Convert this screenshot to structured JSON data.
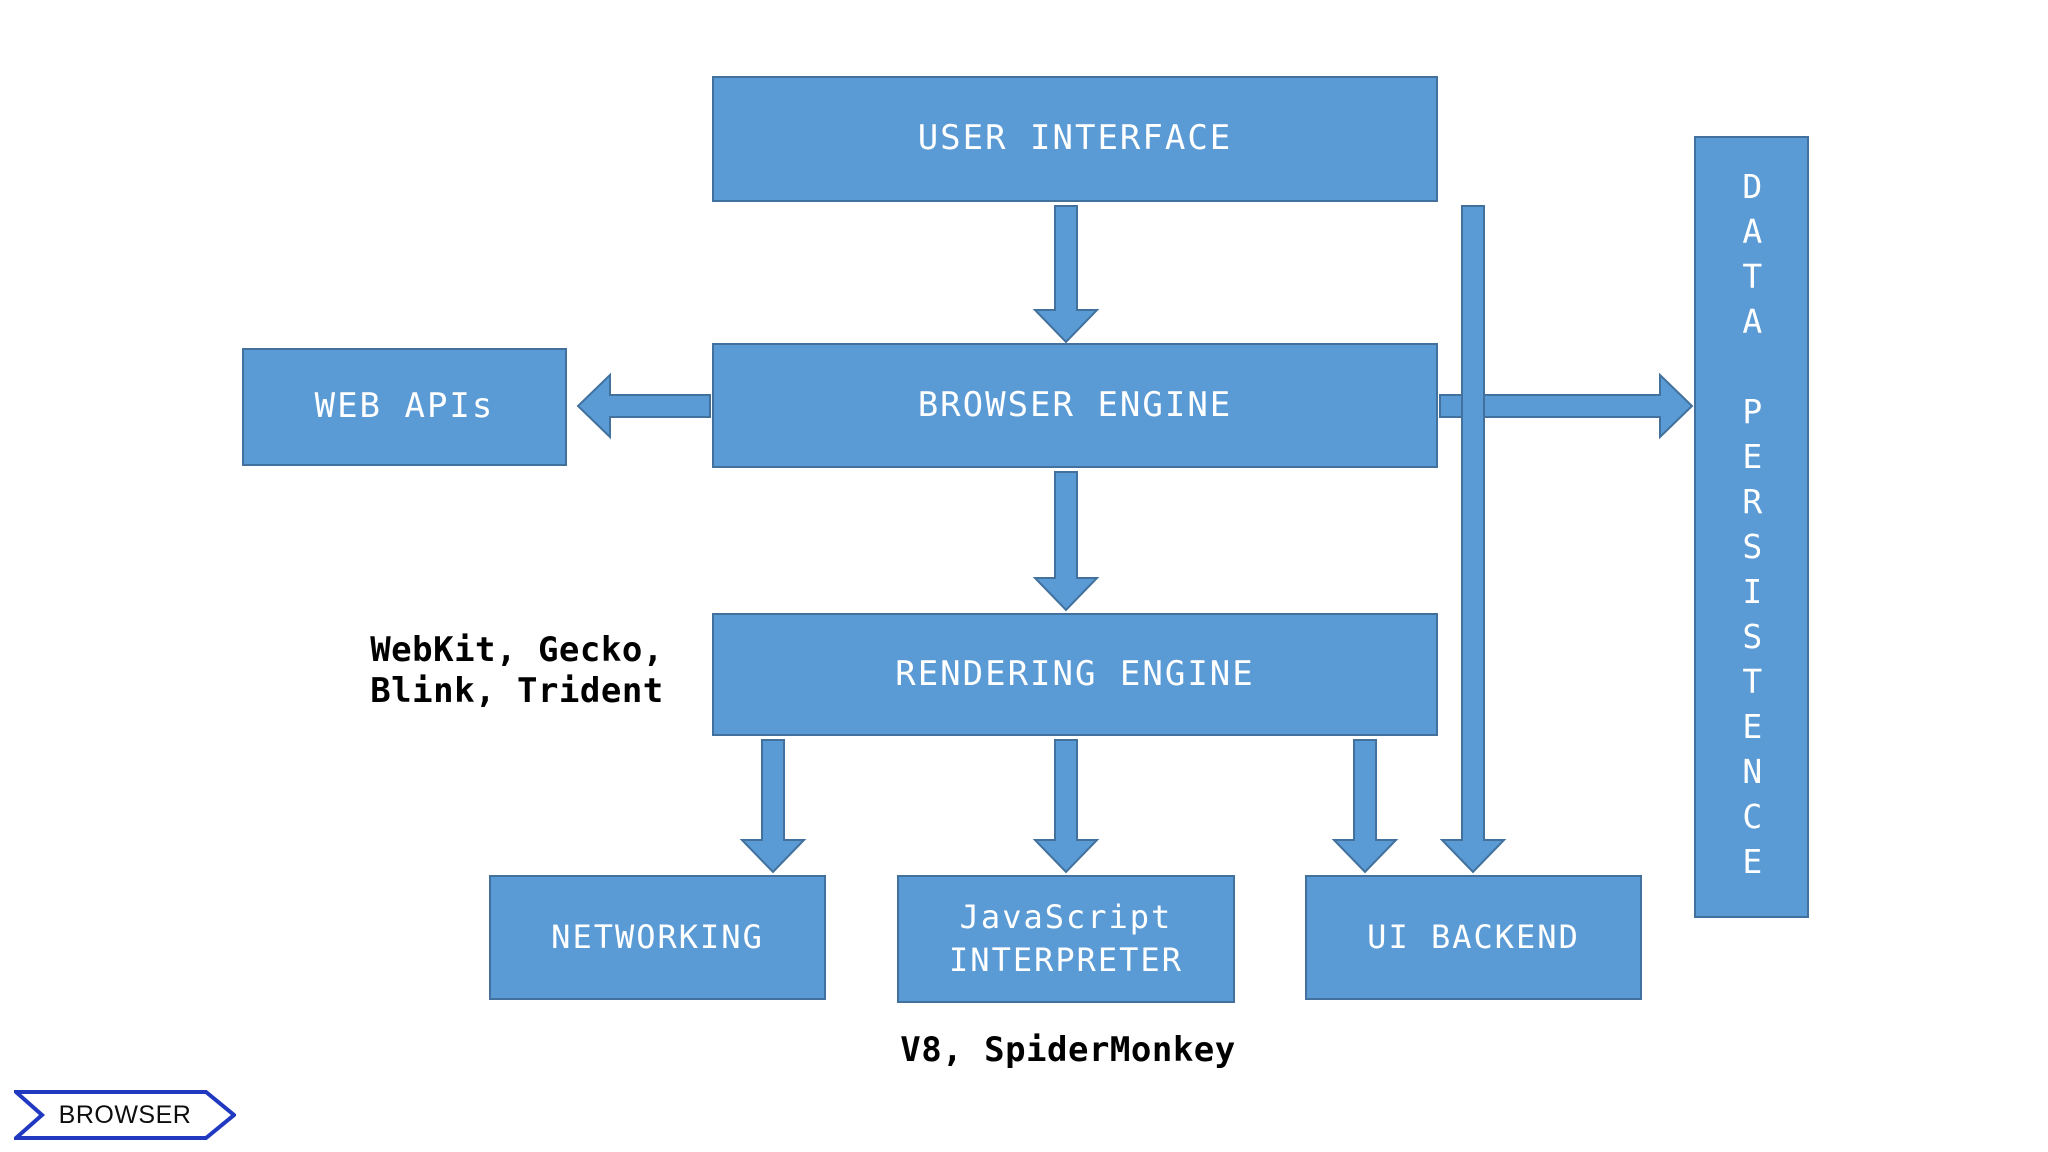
{
  "diagram": {
    "title": "Browser architecture block diagram",
    "colors": {
      "box_fill": "#5b9bd5",
      "box_border": "#41719c",
      "box_text": "#ffffff",
      "annotation_text": "#000000",
      "badge_outline": "#2039c0",
      "background": "#ffffff"
    },
    "boxes": {
      "user_interface": "USER INTERFACE",
      "browser_engine": "BROWSER ENGINE",
      "rendering_engine": "RENDERING ENGINE",
      "web_apis": "WEB APIs",
      "networking": "NETWORKING",
      "js_interpreter": "JavaScript\nINTERPRETER",
      "ui_backend": "UI BACKEND",
      "data_persistence": "DATA PERSISTENCE"
    },
    "annotations": {
      "rendering_engines": "WebKit, Gecko,\nBlink, Trident",
      "js_engines": "V8, SpiderMonkey"
    },
    "badge": {
      "label": "BROWSER"
    },
    "connections": [
      {
        "name": "user-interface-to-browser-engine",
        "from": "USER INTERFACE",
        "to": "BROWSER ENGINE",
        "direction": "down"
      },
      {
        "name": "browser-engine-to-web-apis",
        "from": "BROWSER ENGINE",
        "to": "WEB APIs",
        "direction": "left"
      },
      {
        "name": "browser-engine-to-data-persistence",
        "from": "BROWSER ENGINE",
        "to": "DATA PERSISTENCE",
        "direction": "right"
      },
      {
        "name": "browser-engine-to-rendering-engine",
        "from": "BROWSER ENGINE",
        "to": "RENDERING ENGINE",
        "direction": "down"
      },
      {
        "name": "rendering-engine-to-networking",
        "from": "RENDERING ENGINE",
        "to": "NETWORKING",
        "direction": "down"
      },
      {
        "name": "rendering-engine-to-js-interpreter",
        "from": "RENDERING ENGINE",
        "to": "JavaScript INTERPRETER",
        "direction": "down"
      },
      {
        "name": "rendering-engine-to-ui-backend",
        "from": "RENDERING ENGINE",
        "to": "UI BACKEND",
        "direction": "down"
      },
      {
        "name": "user-interface-to-ui-backend",
        "from": "USER INTERFACE",
        "to": "UI BACKEND",
        "direction": "down"
      }
    ]
  }
}
